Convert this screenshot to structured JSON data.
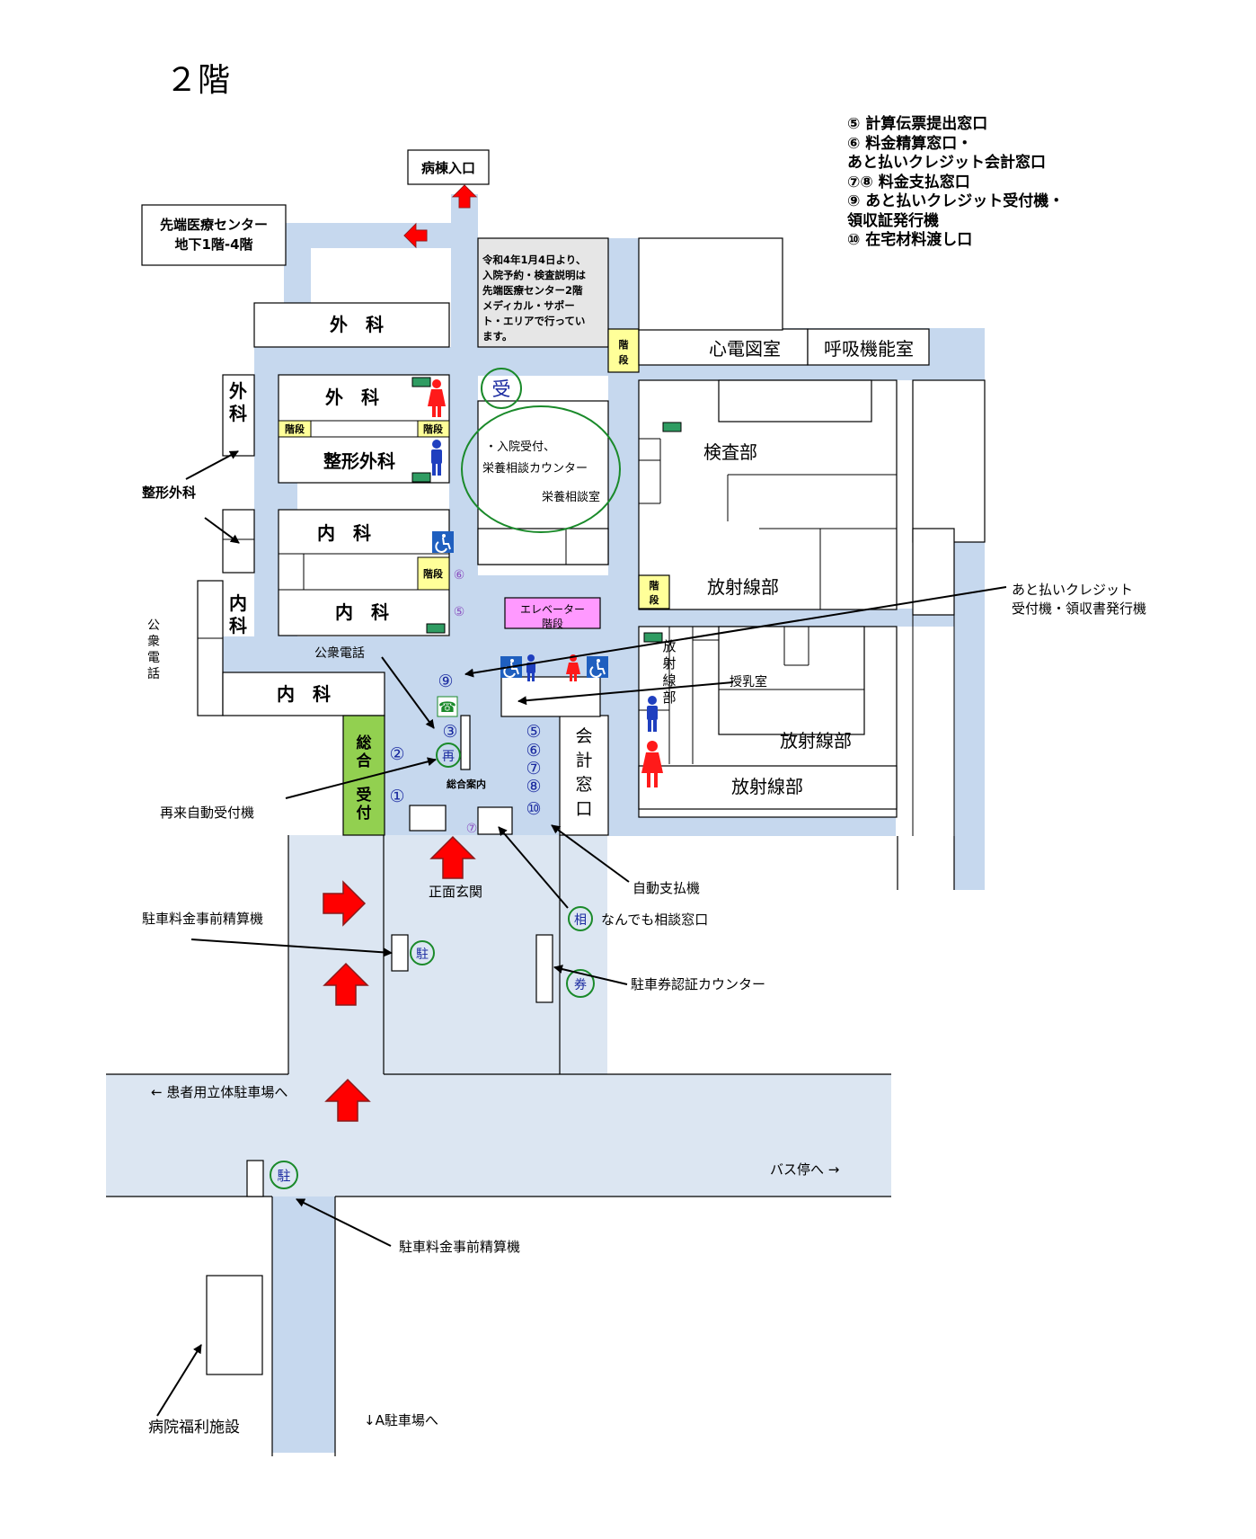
{
  "title": "２階",
  "colors": {
    "corridor": "#c6d8ee",
    "plaza": "#dce6f2",
    "notice_bg": "#e6e6e6",
    "stairs": "#ffff99",
    "elevator": "#ff99ff",
    "reception": "#92d050",
    "arrow_red": "#ff0000",
    "circle_green": "#1a8a2a",
    "number_blue": "#1a2aa0",
    "number_purple": "#8a4fc0"
  },
  "legend": [
    "⑤ 計算伝票提出窓口",
    "⑥ 料金精算窓口・",
    "あと払いクレジット会計窓口",
    "⑦⑧ 料金支払窓口",
    "⑨ あと払いクレジット受付機・",
    "領収証発行機",
    "⑩ 在宅材料渡し口"
  ],
  "notice": [
    "令和4年1月4日より、",
    "入院予約・検査説明は",
    "先端医療センター2階",
    "メディカル・サポー",
    "ト・エリアで行ってい",
    "ます。"
  ],
  "rooms": {
    "ward_entrance": "病棟入口",
    "advanced_center": [
      "先端医療センター",
      "地下1階-4階"
    ],
    "surgery_top": "外　科",
    "surgery_mid": "外　科",
    "ortho": "整形外科",
    "internal_upper": "内　科",
    "internal_lower": "内　科",
    "internal_bottom": "内　科",
    "surgery_left": [
      "外",
      "科"
    ],
    "internal_left": [
      "内",
      "科"
    ],
    "ecg": "心電図室",
    "respiratory": "呼吸機能室",
    "lab": "検査部",
    "radiology_1": "放射線部",
    "radiology_2": "放射線部",
    "radiology_3": "放射線部",
    "radiology_vertical": [
      "放",
      "射",
      "線",
      "部"
    ],
    "stairs": "階段",
    "stairs_vertical": [
      "階",
      "段"
    ],
    "elevator": [
      "エレベーター",
      "階段"
    ],
    "general_reception": [
      "総",
      "合",
      "受",
      "付"
    ],
    "accounting": [
      "会",
      "計",
      "窓",
      "口"
    ],
    "info_desk": "総合案内"
  },
  "labels": {
    "admission": [
      "・入院受付、",
      "栄養相談カウンター"
    ],
    "nutrition_room": "栄養相談室",
    "ortho_callout": "整形外科",
    "public_phone_vertical": [
      "公",
      "衆",
      "電",
      "話"
    ],
    "public_phone": "公衆電話",
    "credit_machine": [
      "あと払いクレジット",
      "受付機・領収書発行機"
    ],
    "nursing_room": "授乳室",
    "reentry_machine": "再来自動受付機",
    "auto_payment": "自動支払機",
    "consultation": "なんでも相談窓口",
    "main_entrance": "正面玄関",
    "parking_prepay": "駐車料金事前精算機",
    "parking_ticket": "駐車券認証カウンター",
    "parking_lot": "← 患者用立体駐車場へ",
    "bus_stop": "バス停へ →",
    "parking_prepay_2": "駐車料金事前精算機",
    "welfare": "病院福利施設",
    "a_parking": "↓A駐車場へ"
  },
  "symbols": {
    "reception_circle": "受",
    "reentry_circle": "再",
    "parking_circle": "駐",
    "ticket_circle": "券",
    "consult_circle": "相",
    "phone": "☎",
    "n1": "①",
    "n2": "②",
    "n3": "③",
    "n5": "⑤",
    "n6": "⑥",
    "n7": "⑦",
    "n8": "⑧",
    "n9": "⑨",
    "n10": "⑩"
  },
  "icons": [
    "wheelchair-icon",
    "man-icon",
    "woman-icon",
    "phone-icon",
    "arrow-icon"
  ]
}
